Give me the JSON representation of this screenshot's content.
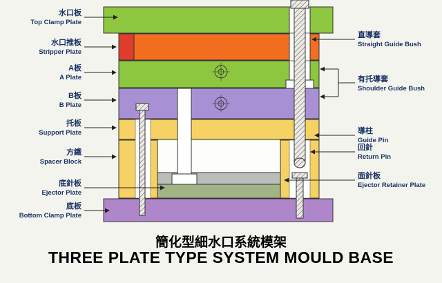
{
  "title": {
    "cn": "簡化型細水口系統模架",
    "en": "THREE PLATE TYPE SYSTEM MOULD BASE"
  },
  "left_labels": [
    {
      "cn": "水口板",
      "en": "Top Clamp Plate"
    },
    {
      "cn": "水口推板",
      "en": "Stripper Plate"
    },
    {
      "cn": "A板",
      "en": "A Plate"
    },
    {
      "cn": "B板",
      "en": "B Plate"
    },
    {
      "cn": "托板",
      "en": "Support Plate"
    },
    {
      "cn": "方鐵",
      "en": "Spacer Block"
    },
    {
      "cn": "底針板",
      "en": "Ejector Plate"
    },
    {
      "cn": "底板",
      "en": "Bottom Clamp Plate"
    }
  ],
  "right_labels": [
    {
      "cn": "直導套",
      "en": "Straight Guide Bush"
    },
    {
      "cn": "有托導套",
      "en": "Shoulder Guide Bush"
    },
    {
      "cn": "導柱",
      "en": "Guide Pin"
    },
    {
      "cn": "回針",
      "en": "Return Pin"
    },
    {
      "cn": "面針板",
      "en": "Ejector Retainer Plate"
    }
  ],
  "colors": {
    "top_clamp_plate": "#8dc63f",
    "stripper_plate": "#f26f21",
    "stripper_plate_left": "#e03e2d",
    "a_plate": "#8dc63f",
    "b_plate": "#a890d4",
    "support_plate": "#f6d163",
    "spacer_block": "#f6d163",
    "ejector_retainer_plate": "#b8beb8",
    "ejector_plate": "#a3b388",
    "bottom_clamp_plate": "#b086ca",
    "label_text": "#1a3365",
    "title_text": "#000000"
  }
}
